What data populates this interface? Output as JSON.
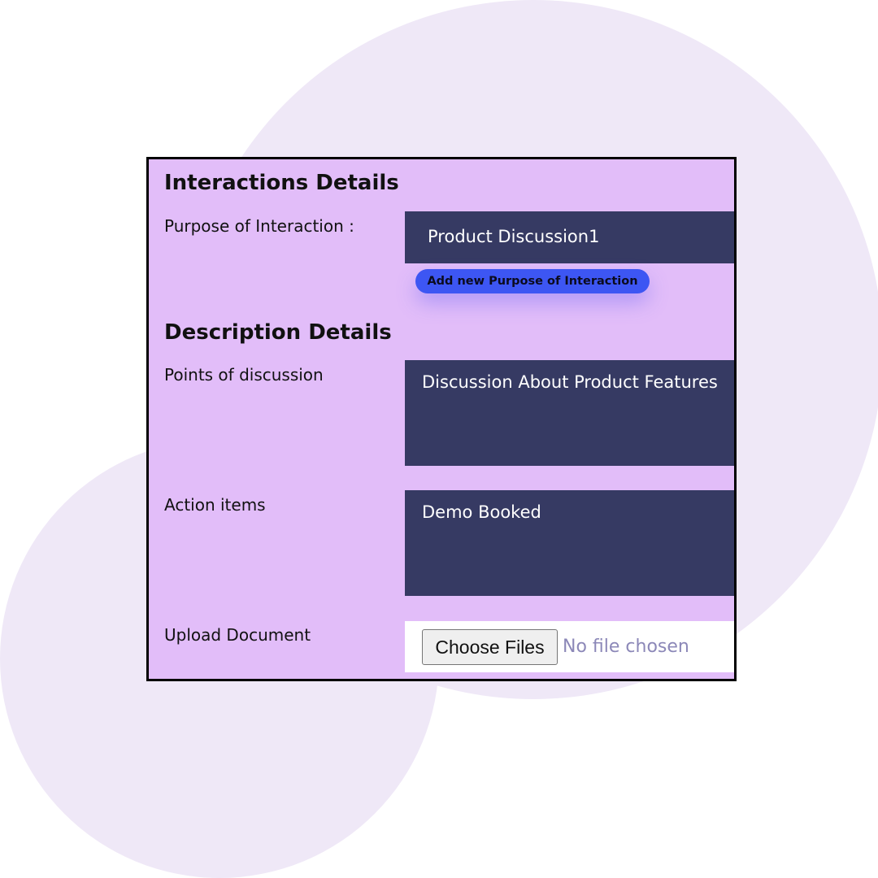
{
  "interactions": {
    "title": "Interactions Details",
    "purpose_label": "Purpose of Interaction :",
    "purpose_value": "Product Discussion1",
    "add_purpose_button": "Add new Purpose of Interaction"
  },
  "description": {
    "title": "Description Details",
    "points_label": "Points of discussion",
    "points_value": "Discussion About Product Features",
    "action_label": "Action items",
    "action_value": "Demo Booked"
  },
  "upload": {
    "label": "Upload Document",
    "choose_button": "Choose Files",
    "status": "No file chosen"
  },
  "colors": {
    "panel_background": "#e2bdf9",
    "field_background": "#363a63",
    "accent_button": "#3d56f3",
    "decor_circle": "#efe8f7"
  }
}
